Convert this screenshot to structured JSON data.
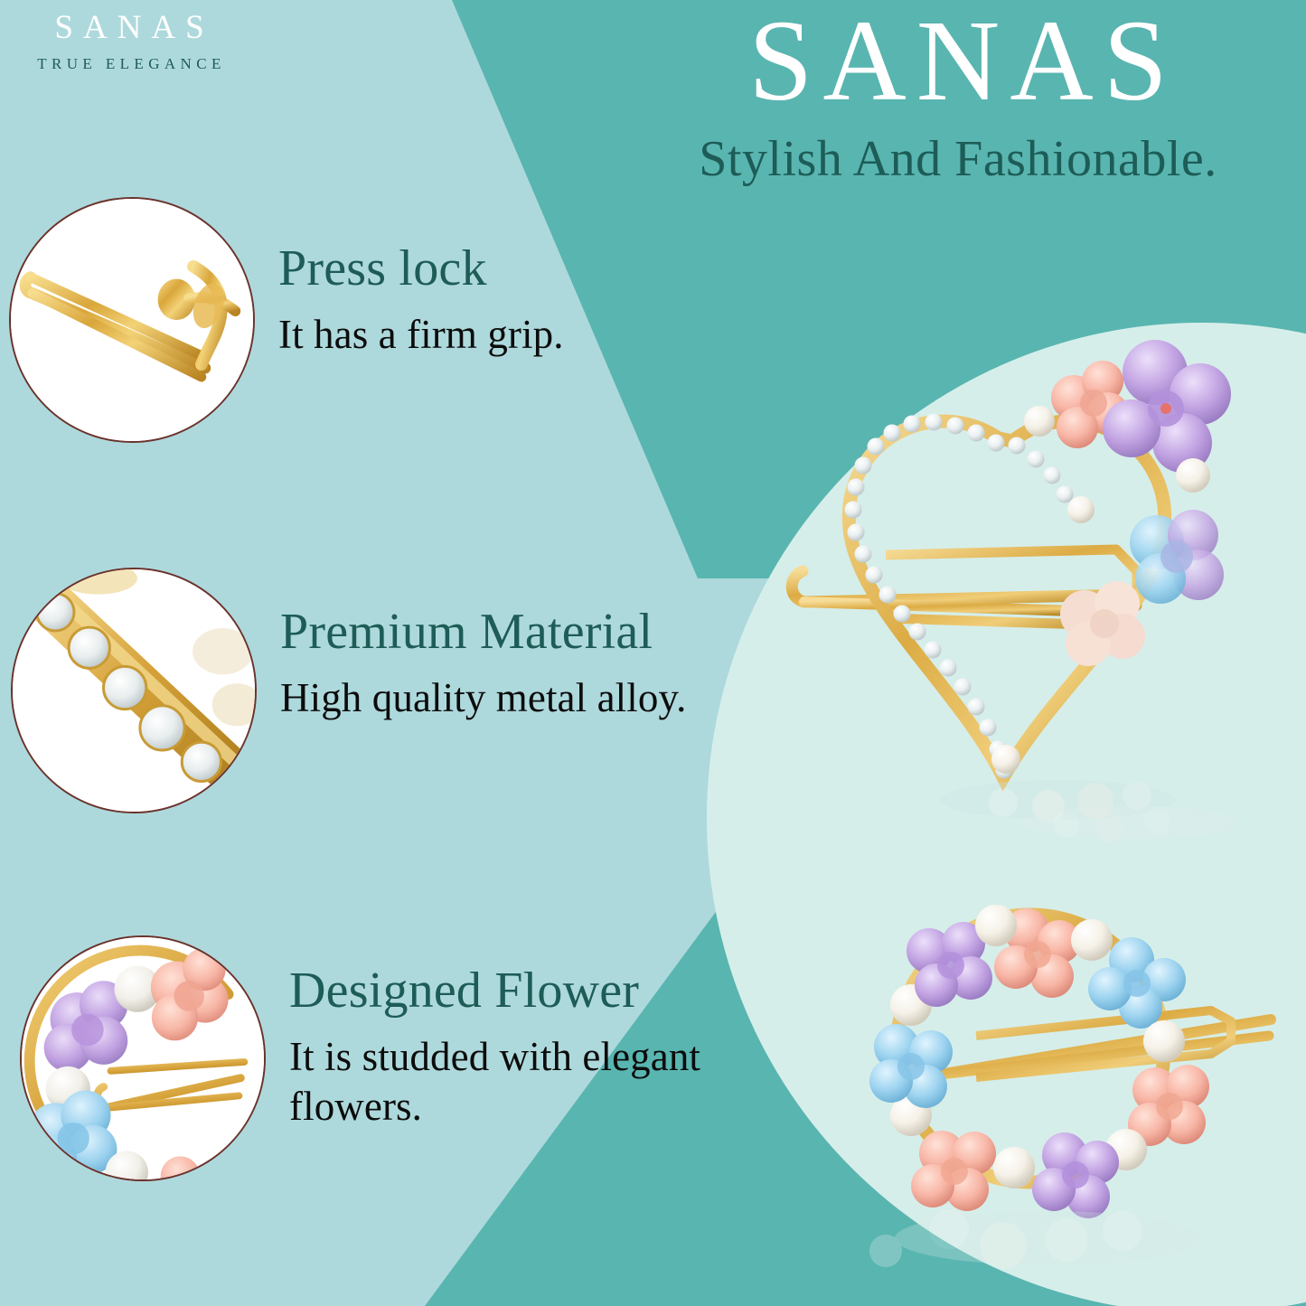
{
  "brand": {
    "name": "SANAS",
    "tagline": "TRUE ELEGANCE"
  },
  "header": {
    "title": "SANAS",
    "subtitle": "Stylish And Fashionable."
  },
  "features": [
    {
      "title": "Press lock",
      "description": "It has a firm grip.",
      "thumb_icon": "press-lock-clip-photo"
    },
    {
      "title": "Premium Material",
      "description": "High quality metal alloy.",
      "thumb_icon": "rhinestone-band-photo"
    },
    {
      "title": "Designed Flower",
      "description": "It is studded with elegant flowers.",
      "thumb_icon": "flower-cluster-photo"
    }
  ],
  "product": {
    "items": [
      {
        "name": "heart-flower-hair-clip",
        "shape": "heart",
        "frame_color": "#d9a63a",
        "accents": [
          "rhinestone",
          "pearl",
          "pink-flower",
          "purple-flower",
          "blue-flower"
        ]
      },
      {
        "name": "circle-flower-hair-clip",
        "shape": "circle-wreath",
        "frame_color": "#d9a63a",
        "accents": [
          "pearl",
          "pink-flower",
          "purple-flower",
          "blue-flower"
        ]
      }
    ]
  },
  "colors": {
    "teal_dark": "#59b5b0",
    "mint_light": "#aed9dc",
    "circle_pale": "#d6eeea",
    "heading_teal": "#1d5c57",
    "body_black": "#0c0c0c",
    "white": "#ffffff",
    "thumb_border": "#6b322c",
    "gold": "#d9a63a",
    "flower_pink": "#f6b5a8",
    "flower_purple": "#c4a6e0",
    "flower_blue": "#9ed3ef",
    "pearl": "#f4f2ec"
  }
}
